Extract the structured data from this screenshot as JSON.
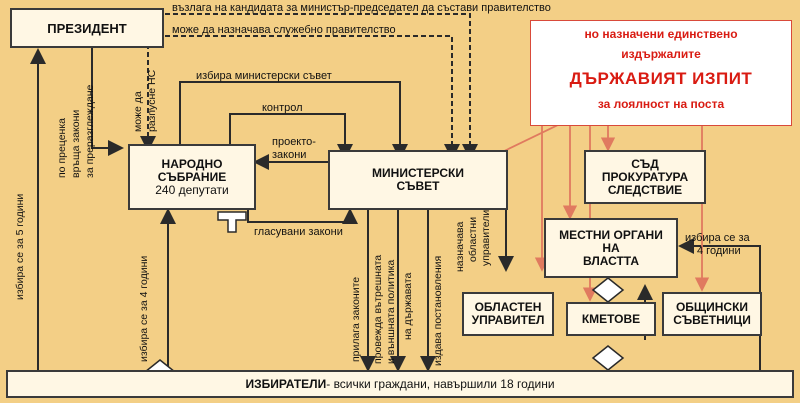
{
  "boxes": {
    "president": "ПРЕЗИДЕНТ",
    "parliament_1": "НАРОДНО",
    "parliament_2": "СЪБРАНИЕ",
    "parliament_3": "240 депутати",
    "council_1": "МИНИСТЕРСКИ",
    "council_2": "СЪВЕТ",
    "court_1": "СЪД",
    "court_2": "ПРОКУРАТУРА",
    "court_3": "СЛЕДСТВИЕ",
    "local_1": "МЕСТНИ ОРГАНИ",
    "local_2": "НА",
    "local_3": "ВЛАСТТА",
    "governor_1": "ОБЛАСТЕН",
    "governor_2": "УПРАВИТЕЛ",
    "mayors": "КМЕТОВЕ",
    "councillors_1": "ОБЩИНСКИ",
    "councillors_2": "СЪВЕТНИЦИ",
    "voters_bold": "ИЗБИРАТЕЛИ",
    "voters_rest": " - всички граждани, навършили 18 години"
  },
  "labels": {
    "assign_mandate": "възлага на кандидата за министър-председател да състави правителство",
    "caretaker": "може да назначава служебно правителство",
    "elects_council": "избира министерски съвет",
    "control": "контрол",
    "draft_1": "проекто-",
    "draft_2": "закони",
    "voted_laws": "гласувани закони",
    "dissolve_1": "може да",
    "dissolve_2": "разпусне НС",
    "returns_1": "по преценка",
    "returns_2": "връща закони",
    "returns_3": "за преразглеждане",
    "elected_5": "избира се за 5 години",
    "elected_4_left": "избира се за 4 години",
    "applies_laws": "прилага законите",
    "policy_1": "провежда вътрешната",
    "policy_2": "и външната политика",
    "policy_3": "на държавата",
    "decrees": "издава постановления",
    "appoints_1": "назначава",
    "appoints_2": "областни",
    "appoints_3": "управители",
    "elected_4_right_1": "избира се за",
    "elected_4_right_2": "4 години"
  },
  "callout": {
    "line1": "но назначени единствено",
    "line2": "издържалите",
    "line3": "ДЪРЖАВИЯТ ИЗПИТ",
    "line4": "за лоялност на поста"
  },
  "colors": {
    "background": "#f3cf86",
    "box": "#fff7e4",
    "callout_text": "#d91b12",
    "callout_arrow": "#e07a5f"
  }
}
